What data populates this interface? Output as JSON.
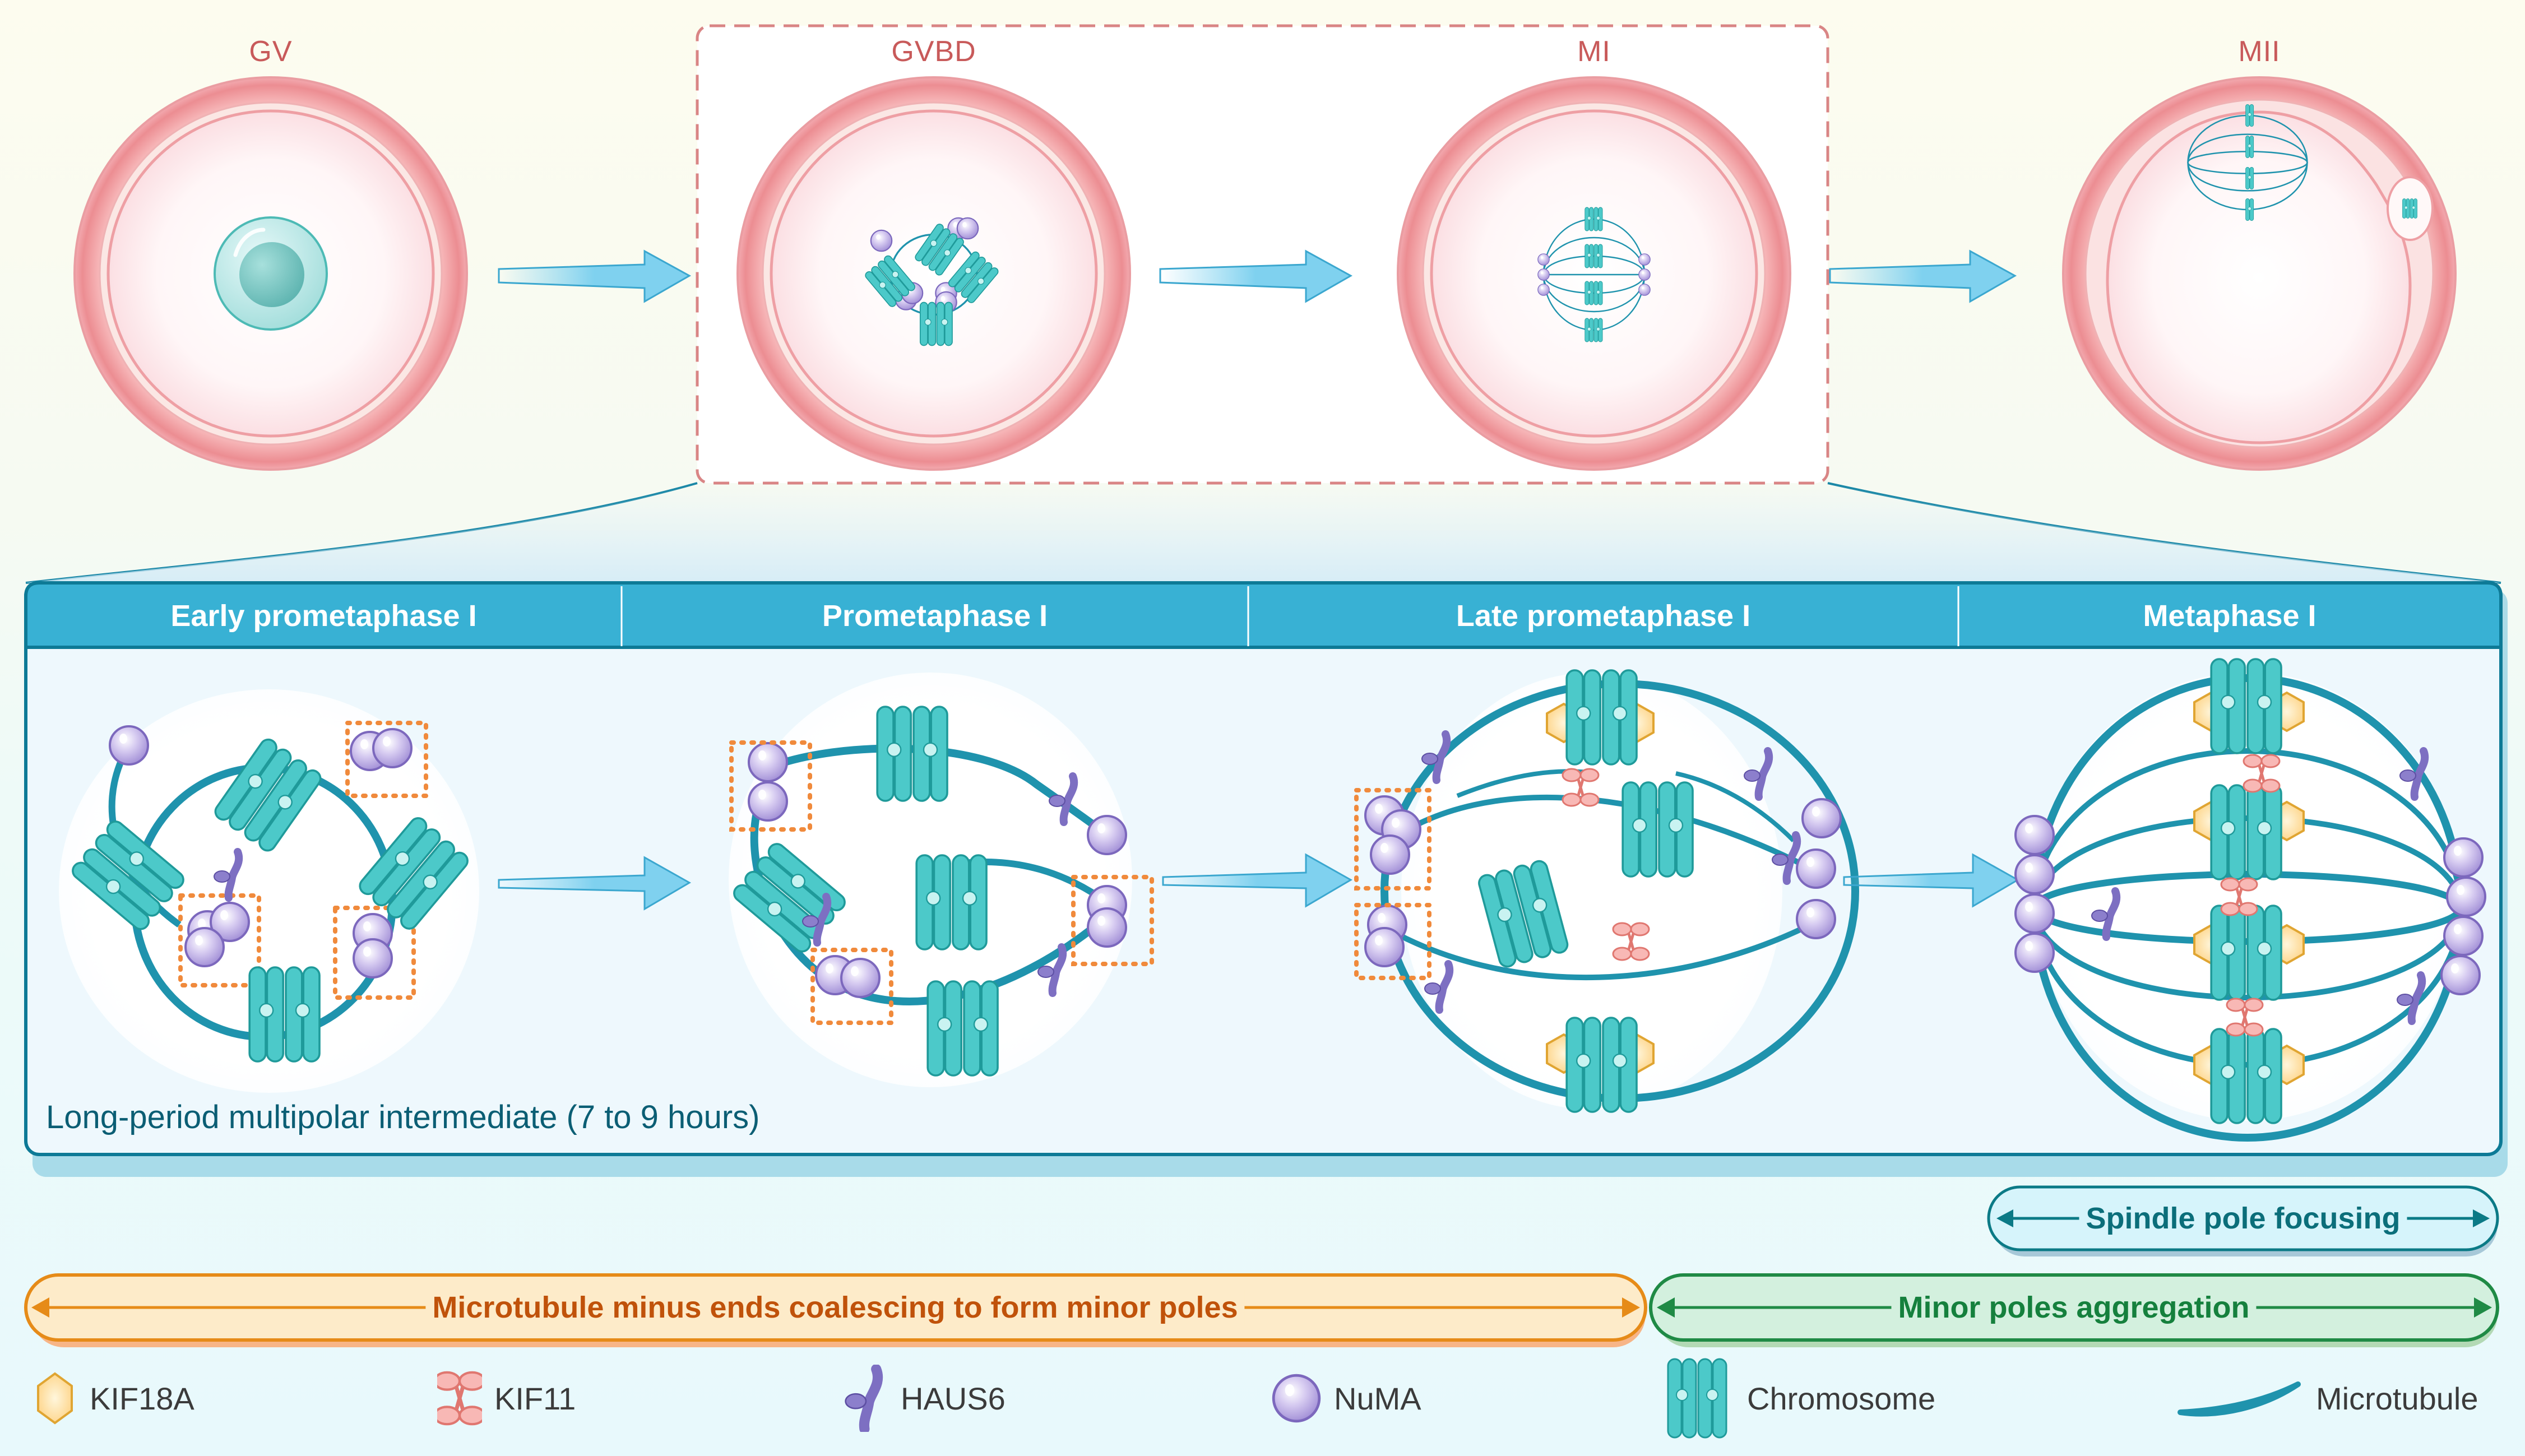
{
  "stages": {
    "gv": "GV",
    "gvbd": "GVBD",
    "mi": "MI",
    "mii": "MII"
  },
  "phases": [
    {
      "label": "Early prometaphase I"
    },
    {
      "label": "Prometaphase I"
    },
    {
      "label": "Late prometaphase I"
    },
    {
      "label": "Metaphase I"
    }
  ],
  "caption": "Long-period multipolar intermediate (7 to 9 hours)",
  "bars": {
    "spindle_focusing": "Spindle pole focusing",
    "minus_ends": "Microtubule minus ends coalescing to form minor poles",
    "aggregation": "Minor poles aggregation"
  },
  "legend": [
    {
      "icon": "kif18a-hexagon-icon",
      "label": "KIF18A"
    },
    {
      "icon": "kif11-motor-icon",
      "label": "KIF11"
    },
    {
      "icon": "haus6-protein-icon",
      "label": "HAUS6"
    },
    {
      "icon": "numa-sphere-icon",
      "label": "NuMA"
    },
    {
      "icon": "chromosome-icon",
      "label": "Chromosome"
    },
    {
      "icon": "microtubule-icon",
      "label": "Microtubule"
    }
  ],
  "colors": {
    "stage_label": "#c85a5a",
    "header_bar": "#38b1d4",
    "header_border": "#0d7a96",
    "chromosome": "#4cc9c9",
    "numa": "#b9a8e0",
    "kif18a": "#ffd98a",
    "kif11": "#f5a3a0",
    "haus6": "#8c7fcc",
    "microtubule": "#1f93ad",
    "orange_bar_text": "#c0520a",
    "green_bar_text": "#15803d",
    "teal_bar_text": "#0b6e7a"
  }
}
